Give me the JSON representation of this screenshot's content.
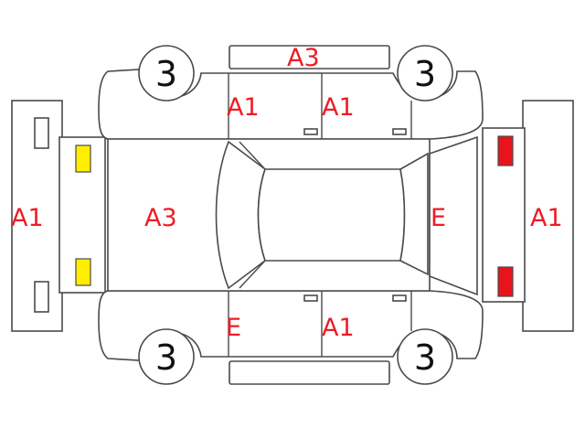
{
  "colors": {
    "damage_label": "#ee1c25",
    "outline": "#4a4a4a",
    "lamp_front": "#ffee00",
    "lamp_rear": "#e8141b"
  },
  "labels": {
    "front_bumper": "A1",
    "hood": "A3",
    "roof_top_edge": "A3",
    "left_front_door": "A1",
    "left_rear_door": "A1",
    "right_front_door": "E",
    "right_rear_door": "A1",
    "rear_glass": "E",
    "rear_bumper": "A1"
  },
  "tires": {
    "front_left": "3",
    "rear_left": "3",
    "front_right": "3",
    "rear_right": "3"
  }
}
